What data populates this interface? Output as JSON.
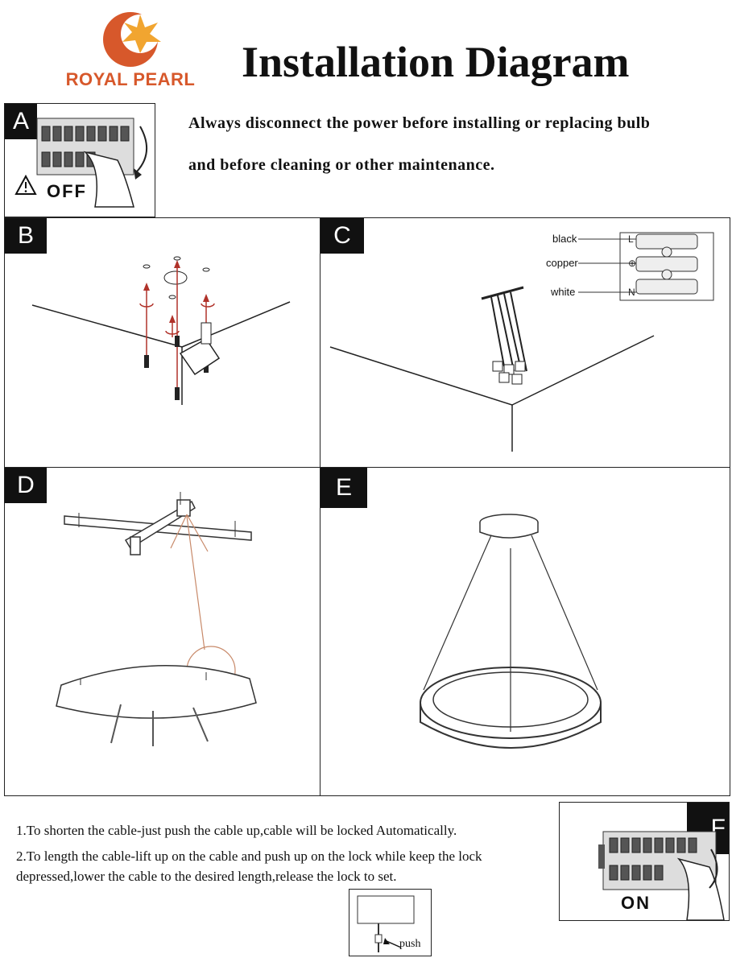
{
  "logo": {
    "brand": "ROYAL PEARL",
    "brand_color": "#d7582b",
    "sun_color": "#f1a530"
  },
  "title": "Installation Diagram",
  "warning": {
    "line1": "Always disconnect the power before installing or replacing bulb",
    "line2": "and before cleaning or other maintenance."
  },
  "panels": {
    "A": {
      "tag": "A",
      "caption": "OFF"
    },
    "B": {
      "tag": "B"
    },
    "C": {
      "tag": "C",
      "wires": [
        "black",
        "copper",
        "white"
      ]
    },
    "D": {
      "tag": "D"
    },
    "E": {
      "tag": "E"
    },
    "F": {
      "tag": "F",
      "caption": "ON"
    }
  },
  "steps": {
    "step1": "1.To shorten the cable-just push the cable up,cable will be locked Automatically.",
    "step2_line1": "2.To length the cable-lift up on the cable and push up on the lock while keep the lock",
    "step2_line2": "depressed,lower the cable to the desired length,release the lock to set."
  },
  "push_label": "push",
  "colors": {
    "accent_red": "#b0322a",
    "line": "#222222",
    "guide": "#c88a6a"
  }
}
